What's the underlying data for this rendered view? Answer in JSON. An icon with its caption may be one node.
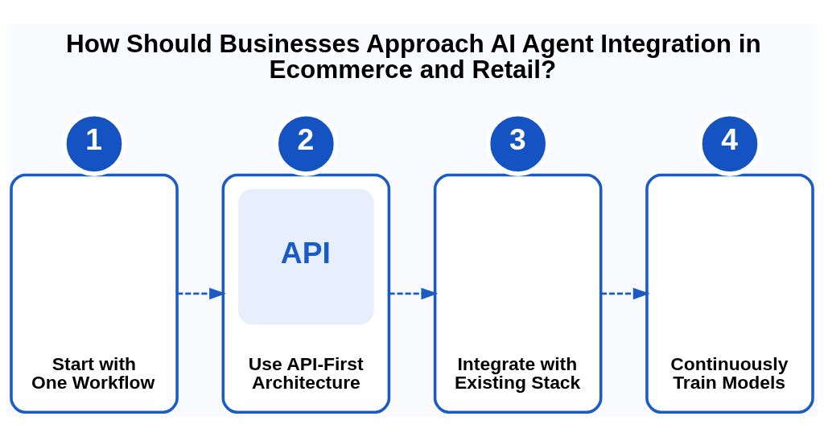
{
  "diagram": {
    "title": "How Should Businesses Approach AI Agent Integration in Ecommerce and Retail?",
    "nodes": [
      {
        "text": [
          "1"
        ]
      },
      {
        "text": [
          "Start with One Workflow"
        ]
      },
      {
        "text": [
          "2"
        ]
      },
      {
        "text": [
          "API",
          "Use API-First Architecture"
        ]
      },
      {
        "text": [
          "3"
        ]
      },
      {
        "text": [
          "Integrate with Existing Stack"
        ]
      },
      {
        "text": [
          "4"
        ]
      },
      {
        "text": [
          "Continuously Train Models"
        ]
      }
    ],
    "edges": [
      {
        "from": 1,
        "to": 3,
        "arrow": "to",
        "style": "dashed"
      },
      {
        "from": 3,
        "to": 5,
        "arrow": "to",
        "style": "dashed"
      },
      {
        "from": 5,
        "to": 7,
        "arrow": "to",
        "style": "dashed"
      }
    ]
  }
}
